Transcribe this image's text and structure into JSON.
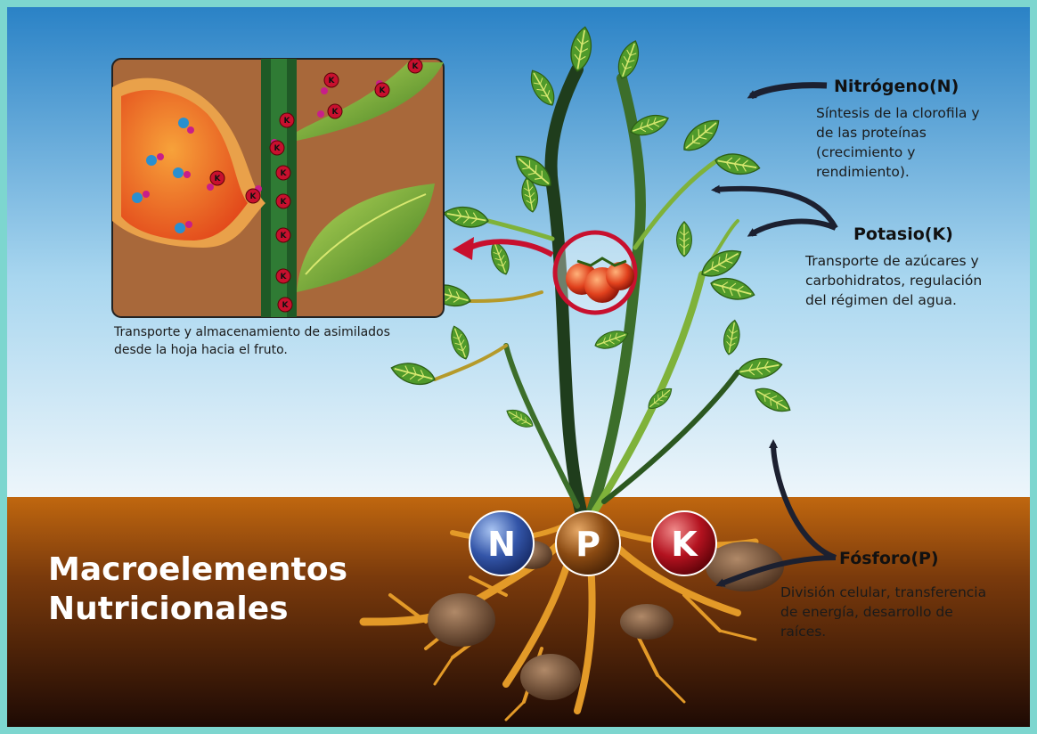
{
  "title": {
    "line1": "Macroelementos",
    "line2": "Nutricionales"
  },
  "nitrogen": {
    "heading": "Nitrógeno(N)",
    "lines": [
      "Síntesis de la clorofila y",
      "de las proteínas",
      "(crecimiento y",
      "rendimiento)."
    ]
  },
  "potassium": {
    "heading": "Potasio(K)",
    "lines": [
      "Transporte de azúcares y",
      "carbohidratos, regulación",
      "del régimen del agua."
    ]
  },
  "phosphorus": {
    "heading": "Fósforo(P)",
    "lines": [
      "División celular, transferencia",
      "de energía, desarrollo de",
      "raíces."
    ]
  },
  "inset": {
    "caption_lines": [
      "Transporte y almacenamiento de asimilados",
      "desde la hoja hacia el fruto."
    ],
    "k_label": "K"
  },
  "nutrient_balls": [
    {
      "label": "N",
      "color": "#2f4fa8"
    },
    {
      "label": "P",
      "color": "#8a4a12"
    },
    {
      "label": "K",
      "color": "#b3121f"
    }
  ],
  "colors": {
    "sky_top": "#2f86c8",
    "soil": "#b5600f",
    "root": "#e39a28",
    "leaf": "#4f9a2b",
    "border": "#7dd6cf"
  }
}
